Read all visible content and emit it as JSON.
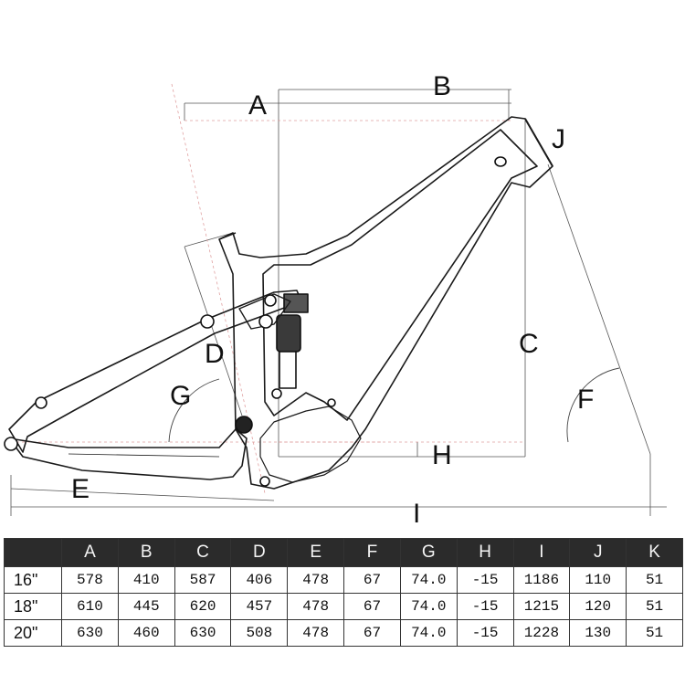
{
  "diagram": {
    "labels": {
      "a": "A",
      "b": "B",
      "c": "C",
      "d": "D",
      "e": "E",
      "f": "F",
      "g": "G",
      "h": "H",
      "i": "I",
      "j": "J"
    }
  },
  "table": {
    "headers": [
      "A",
      "B",
      "C",
      "D",
      "E",
      "F",
      "G",
      "H",
      "I",
      "J",
      "K"
    ],
    "rows": [
      {
        "size": "16\"",
        "cells": [
          "578",
          "410",
          "587",
          "406",
          "478",
          "67",
          "74.0",
          "-15",
          "1186",
          "110",
          "51"
        ]
      },
      {
        "size": "18\"",
        "cells": [
          "610",
          "445",
          "620",
          "457",
          "478",
          "67",
          "74.0",
          "-15",
          "1215",
          "120",
          "51"
        ]
      },
      {
        "size": "20\"",
        "cells": [
          "630",
          "460",
          "630",
          "508",
          "478",
          "67",
          "74.0",
          "-15",
          "1228",
          "130",
          "51"
        ]
      }
    ]
  }
}
